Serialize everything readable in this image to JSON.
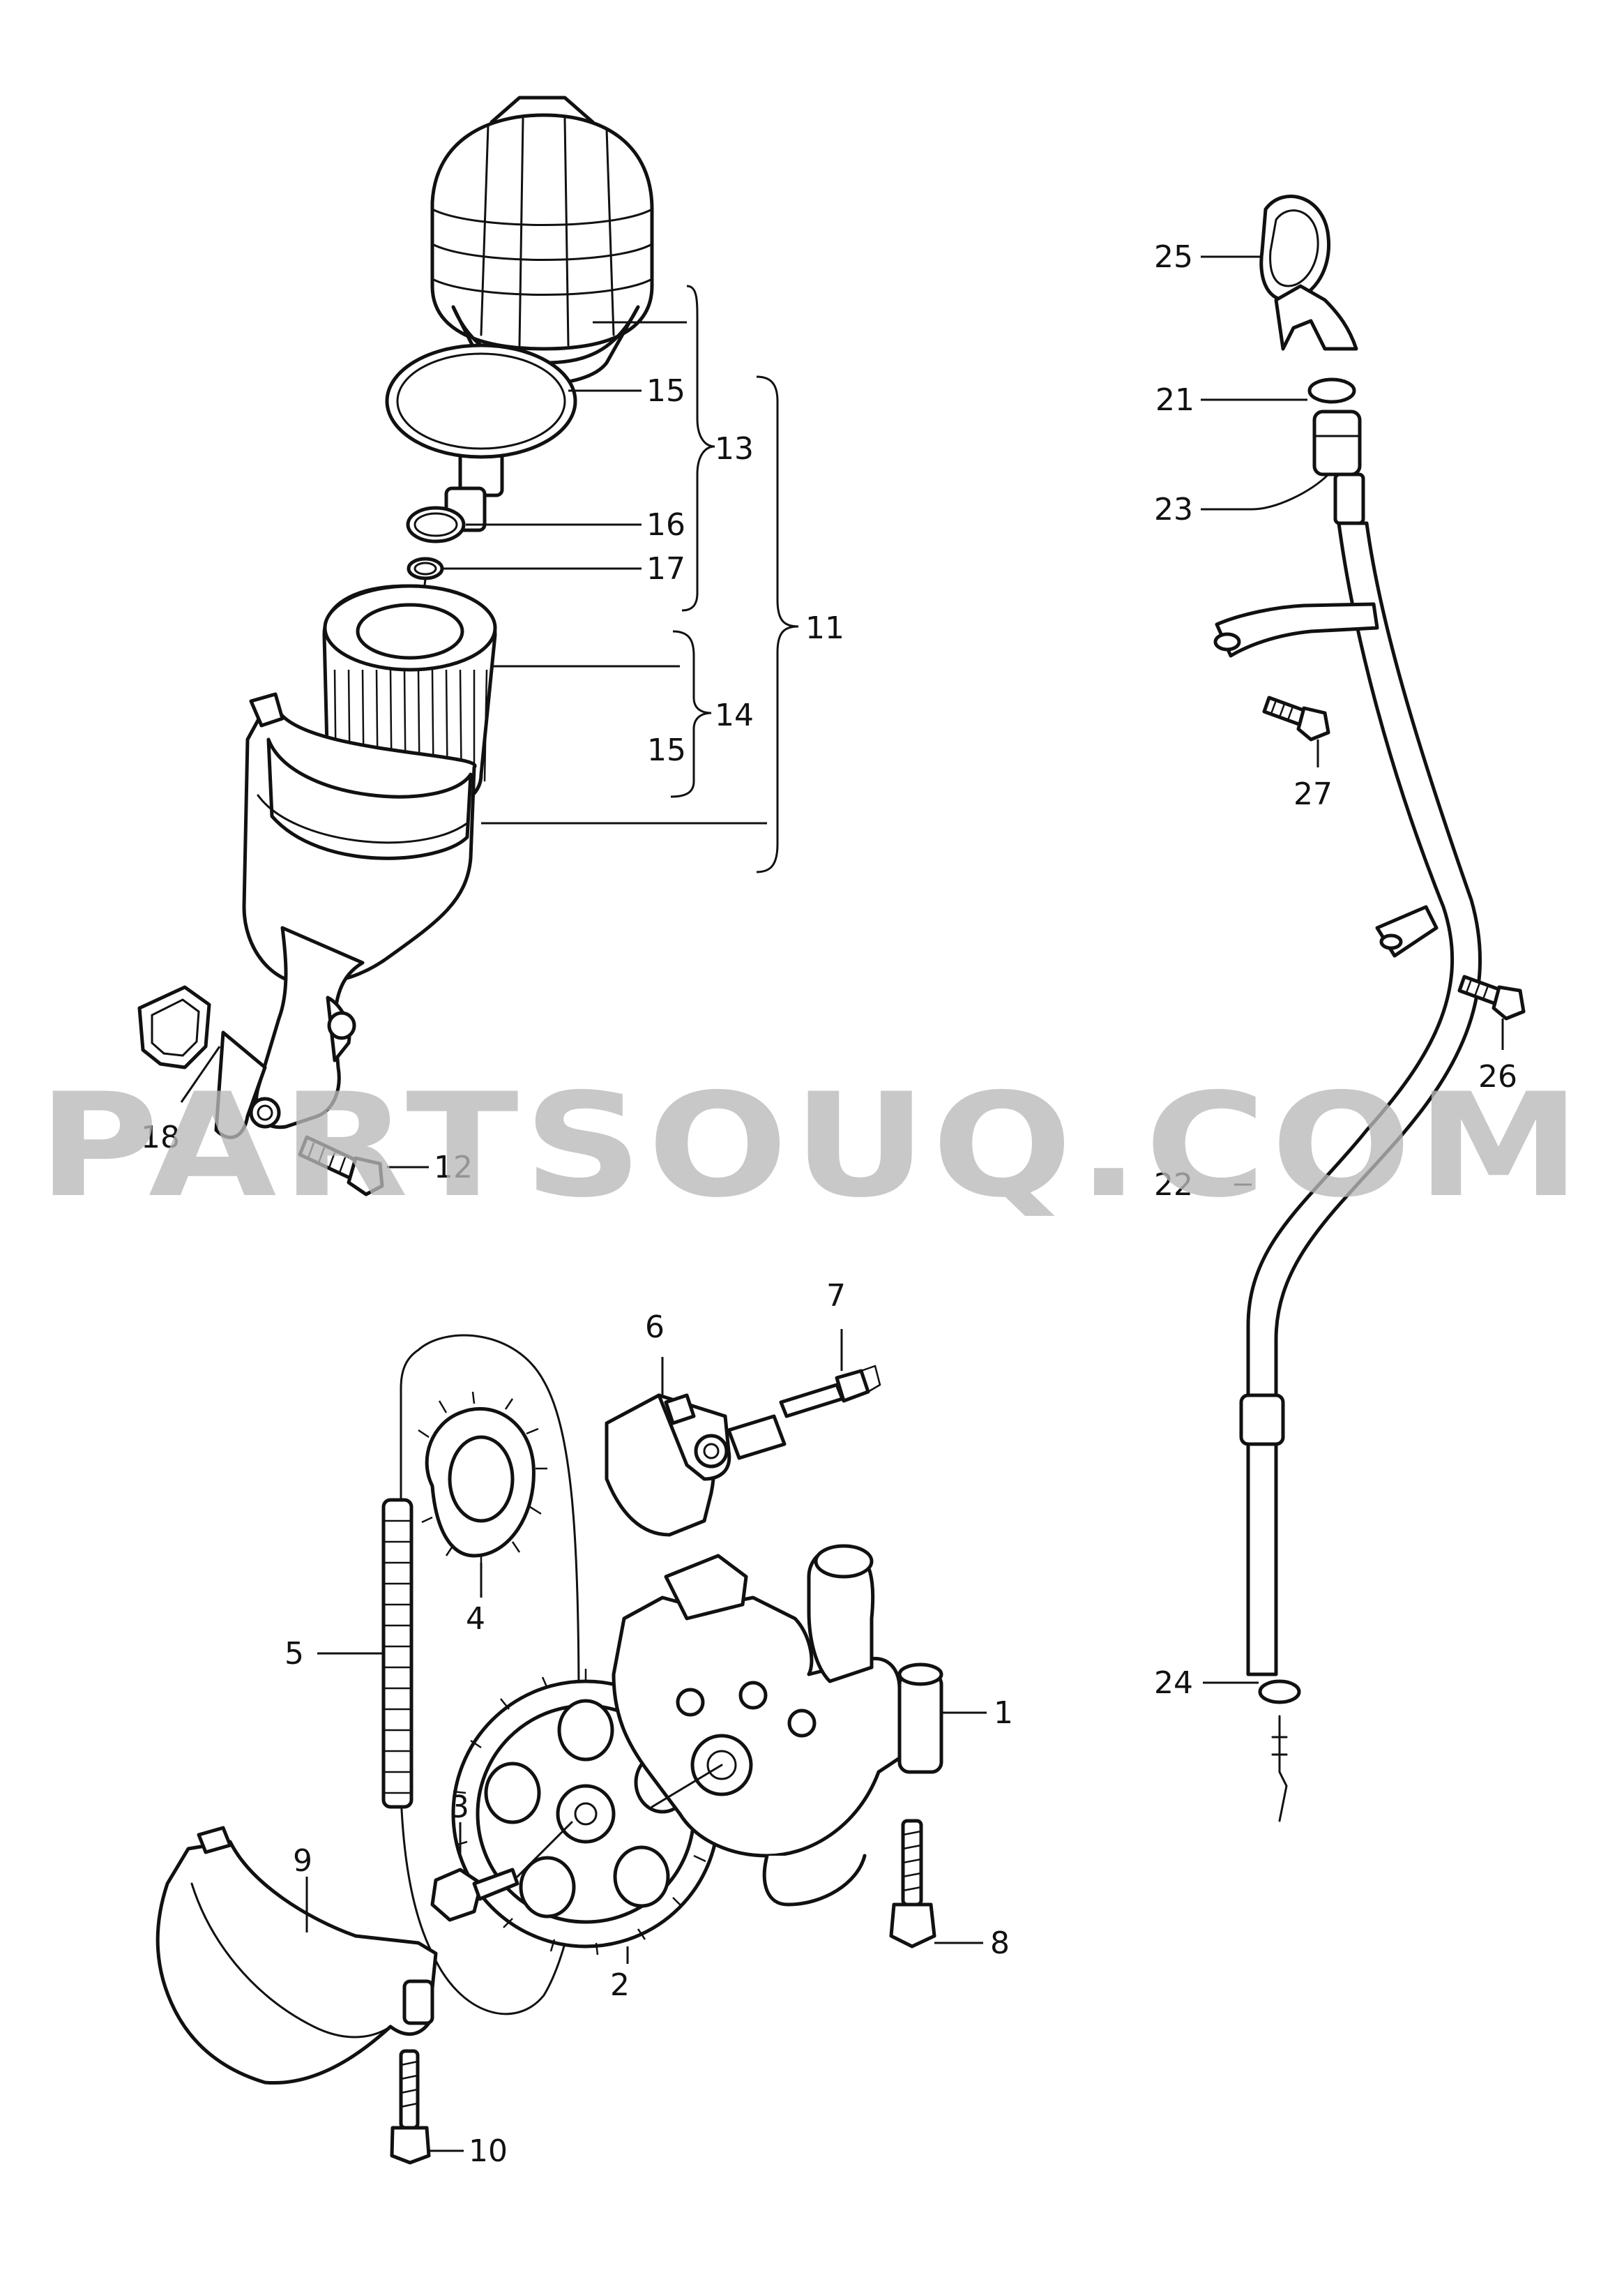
{
  "watermark": "PARTSOUQ.COM",
  "callouts": {
    "c1": "1",
    "c2": "2",
    "c3": "3",
    "c4": "4",
    "c5": "5",
    "c6": "6",
    "c7": "7",
    "c8": "8",
    "c9": "9",
    "c10": "10",
    "c11": "11",
    "c12": "12",
    "c13": "13",
    "c14": "14",
    "c15a": "15",
    "c15b": "15",
    "c16": "16",
    "c17": "17",
    "c18": "18",
    "c21": "21",
    "c22": "22",
    "c23": "23",
    "c24": "24",
    "c25": "25",
    "c26": "26",
    "c27": "27"
  }
}
